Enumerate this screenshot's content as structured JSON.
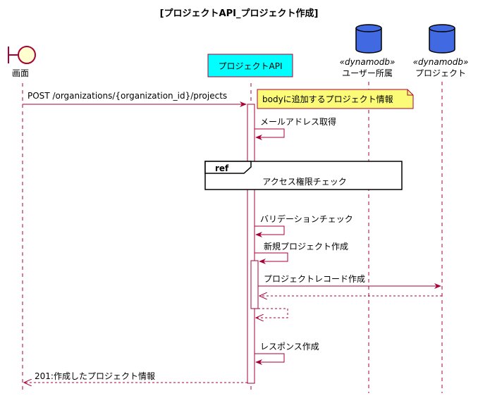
{
  "diagram": {
    "title": "[プロジェクトAPI_プロジェクト作成]",
    "participants": {
      "screen": {
        "label": "画面",
        "shape": "boundary"
      },
      "api": {
        "label": "プロジェクトAPI",
        "shape": "participant-box",
        "color": "#00FFFF"
      },
      "user_org": {
        "stereotype": "«dynamodb»",
        "label": "ユーザー所属",
        "shape": "database",
        "color": "#4169E1"
      },
      "project": {
        "stereotype": "«dynamodb»",
        "label": "プロジェクト",
        "shape": "database",
        "color": "#4169E1"
      }
    },
    "messages": {
      "post_request": "POST /organizations/{organization_id}/projects",
      "get_email": "メールアドレス取得",
      "validation": "バリデーションチェック",
      "new_project": "新規プロジェクト作成",
      "create_record": "プロジェクトレコード作成",
      "response": "レスポンス作成",
      "reply": "201:作成したプロジェクト情報"
    },
    "note": "bodyに追加するプロジェクト情報",
    "ref": {
      "keyword": "ref",
      "text": "アクセス権限チェック"
    },
    "colors": {
      "arrow": "#A80036",
      "note_fill": "#FBFB77",
      "lifeline": "#A80036"
    }
  }
}
